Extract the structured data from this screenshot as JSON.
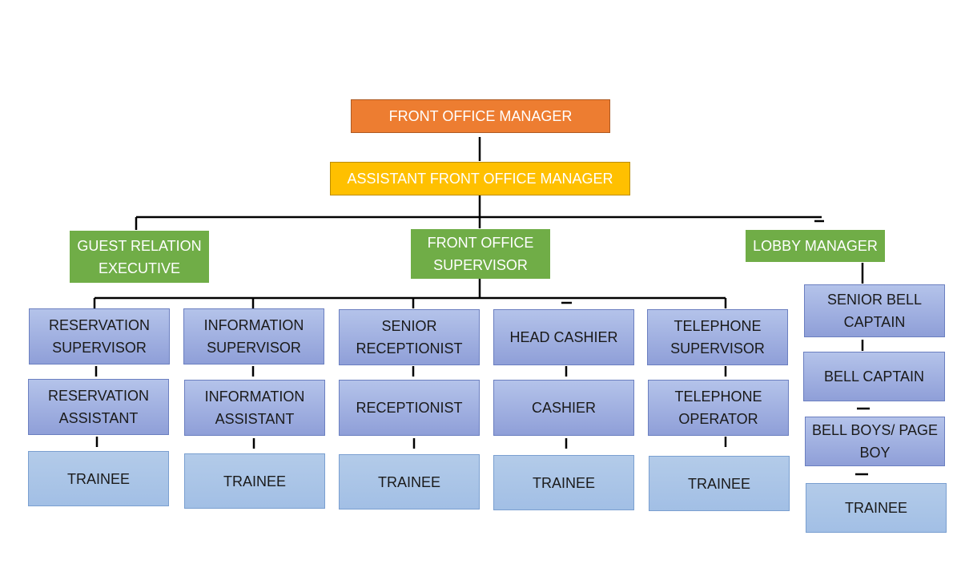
{
  "chart": {
    "top": {
      "manager": "FRONT OFFICE MANAGER",
      "assistant": "ASSISTANT FRONT OFFICE MANAGER"
    },
    "departments": {
      "guest_relation": "GUEST RELATION\nEXECUTIVE",
      "front_office_supervisor": "FRONT OFFICE\nSUPERVISOR",
      "lobby_manager": "LOBBY MANAGER"
    },
    "columns": [
      {
        "supervisor": "RESERVATION\nSUPERVISOR",
        "staff": "RESERVATION\nASSISTANT",
        "trainee": "TRAINEE"
      },
      {
        "supervisor": "INFORMATION\nSUPERVISOR",
        "staff": "INFORMATION\nASSISTANT",
        "trainee": "TRAINEE"
      },
      {
        "supervisor": "SENIOR\nRECEPTIONIST",
        "staff": "RECEPTIONIST",
        "trainee": "TRAINEE"
      },
      {
        "supervisor": "HEAD CASHIER",
        "staff": "CASHIER",
        "trainee": "TRAINEE"
      },
      {
        "supervisor": "TELEPHONE\nSUPERVISOR",
        "staff": "TELEPHONE\nOPERATOR",
        "trainee": "TRAINEE"
      }
    ],
    "lobby_chain": {
      "senior_bell_captain": "SENIOR BELL\nCAPTAIN",
      "bell_captain": "BELL CAPTAIN",
      "bell_boys": "BELL BOYS/ PAGE\nBOY",
      "trainee": "TRAINEE"
    },
    "colors": {
      "manager": "#ed7d31",
      "assistant": "#ffc000",
      "department": "#70ad47",
      "staff": "#8f9fd8",
      "trainee": "#a2bfe5"
    }
  }
}
